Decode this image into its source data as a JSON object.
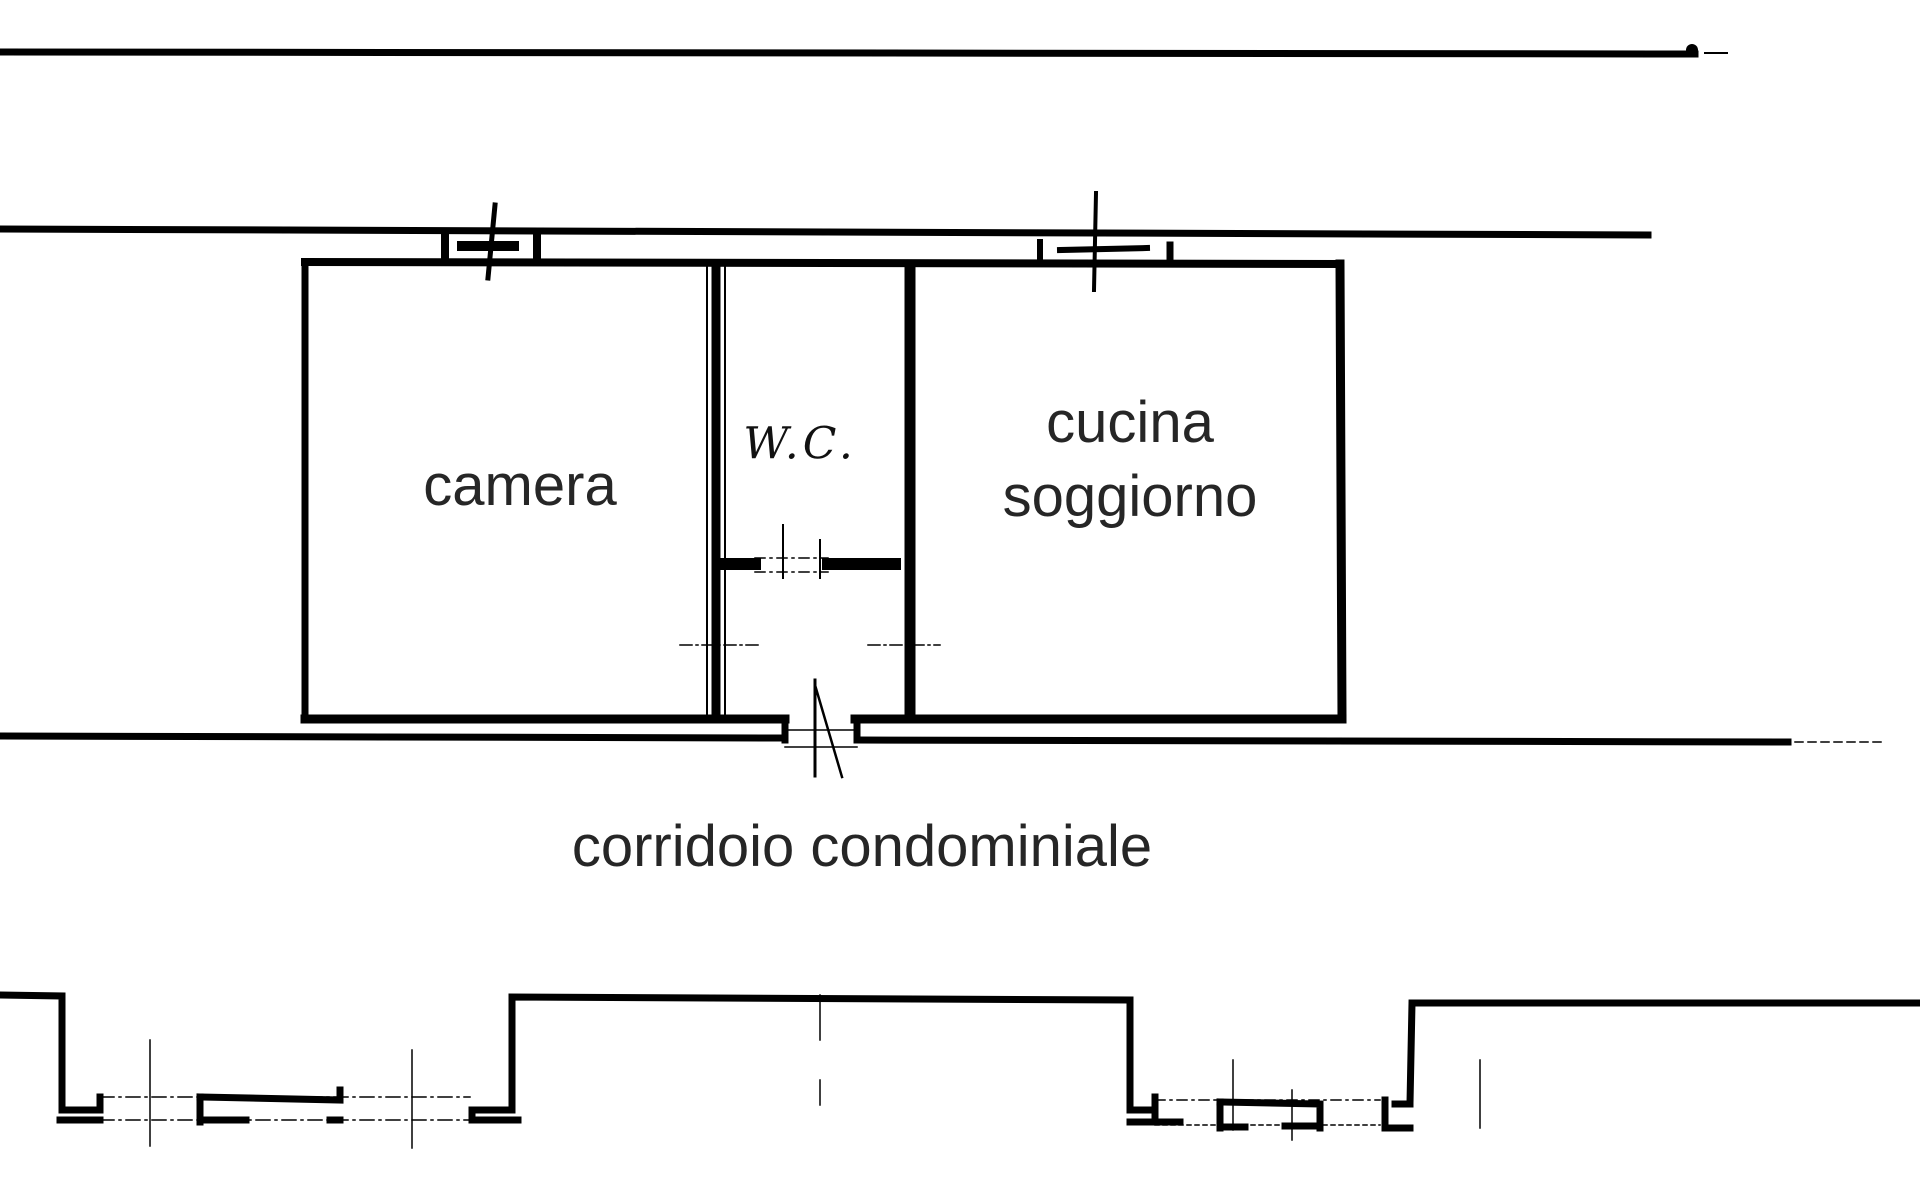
{
  "plan": {
    "type": "floor-plan",
    "line_color": "#000000",
    "text_color": "#262626",
    "background": "#ffffff",
    "rooms": [
      {
        "id": "camera",
        "label": "camera"
      },
      {
        "id": "wc",
        "label": "W.C."
      },
      {
        "id": "cucina-soggiorno",
        "label_line1": "cucina",
        "label_line2": "soggiorno"
      }
    ],
    "corridor": {
      "label": "corridoio condominiale"
    }
  }
}
